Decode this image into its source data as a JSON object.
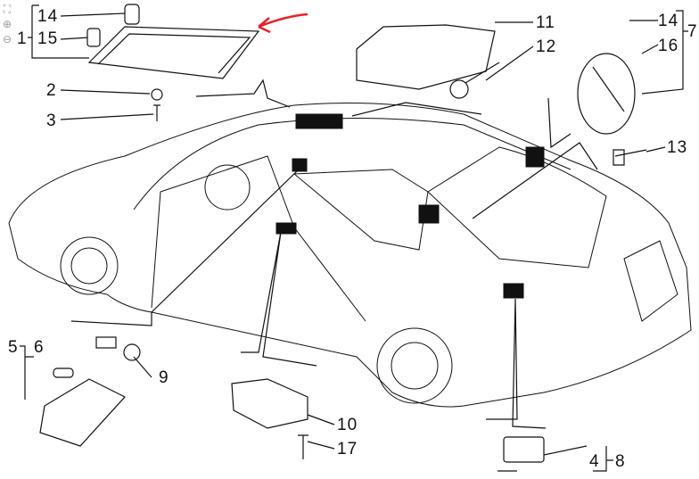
{
  "toolbar": {
    "fit_icon": "fit-screen-icon",
    "zoom_in_icon": "zoom-in-icon",
    "zoom_out_icon": "zoom-out-icon"
  },
  "callouts": {
    "c1": "1",
    "c14a": "14",
    "c15": "15",
    "c2": "2",
    "c3": "3",
    "c11": "11",
    "c12": "12",
    "c14b": "14",
    "c16": "16",
    "c7": "7",
    "c13": "13",
    "c5": "5",
    "c6": "6",
    "c9": "9",
    "c10": "10",
    "c17": "17",
    "c4": "4",
    "c8": "8"
  },
  "colors": {
    "line": "#111111",
    "highlight_arrow": "#e8202a",
    "toolbar": "#9a9a9a"
  }
}
